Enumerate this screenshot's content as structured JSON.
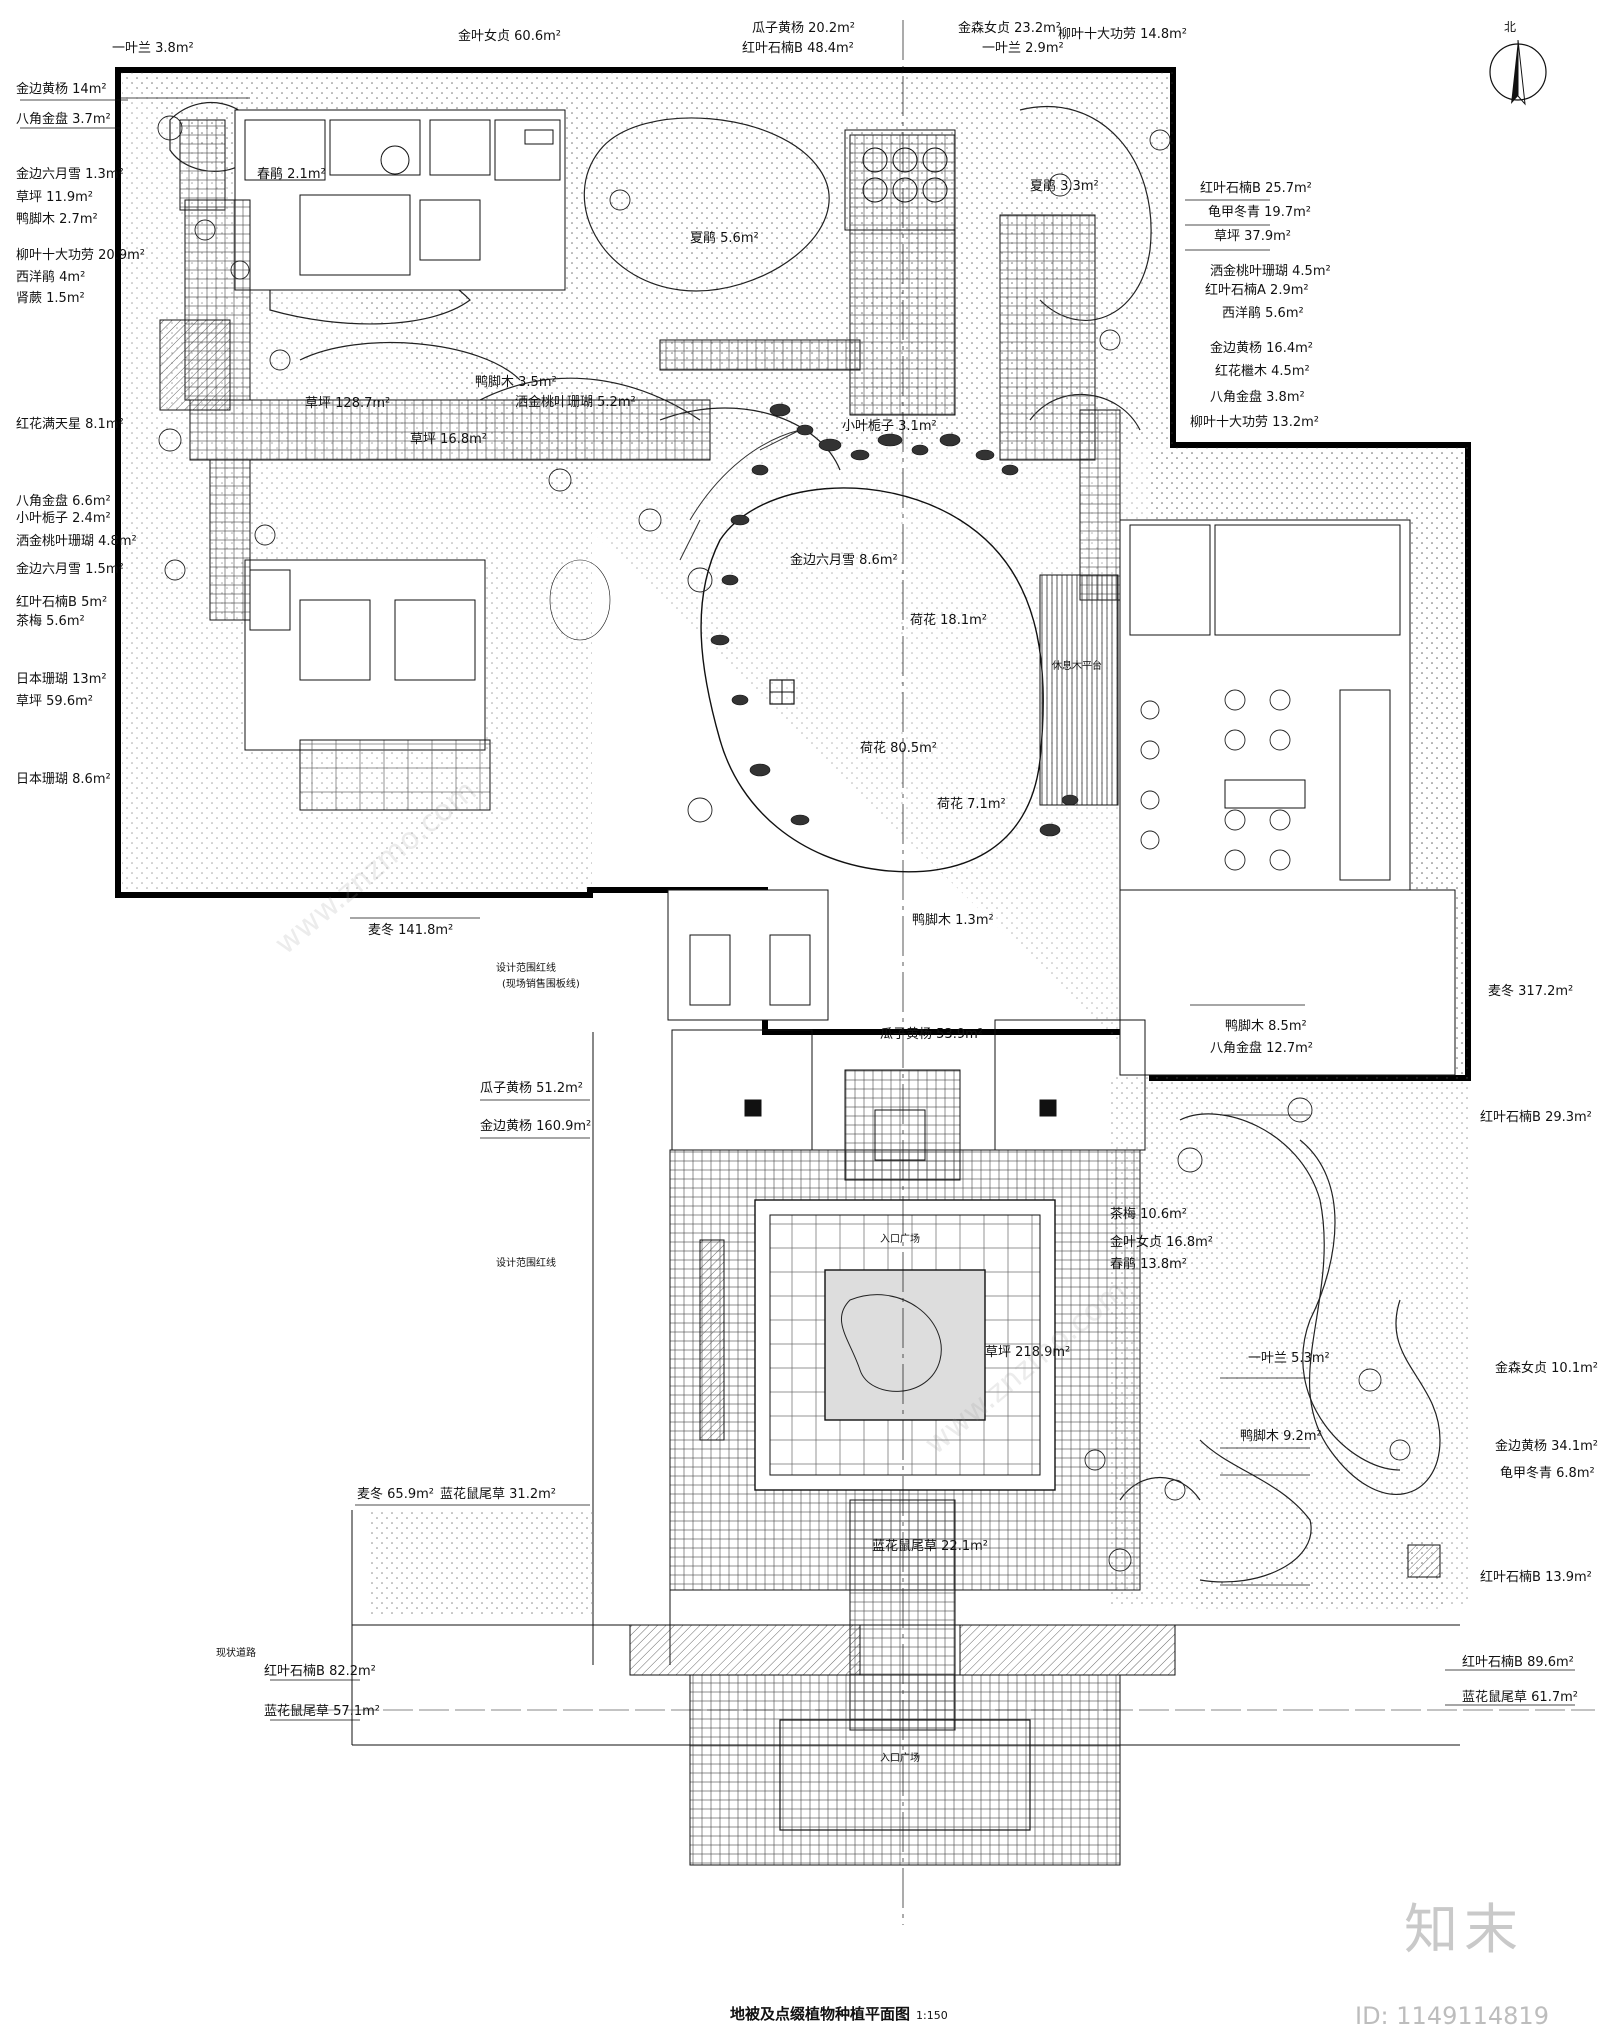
{
  "title": "地被及点缀植物种植平面图",
  "scale": "1:150",
  "north_label": "北",
  "watermark": {
    "brand": "知末",
    "id": "ID: 1149114819",
    "site": "www.znzmo.com"
  },
  "labels": {
    "top": [
      {
        "name": "一叶兰",
        "area": "3.8m²"
      },
      {
        "name": "金叶女贞",
        "area": "60.6m²"
      },
      {
        "name": "瓜子黄杨",
        "area": "20.2m²"
      },
      {
        "name": "红叶石楠B",
        "area": "48.4m²"
      },
      {
        "name": "金森女贞",
        "area": "23.2m²"
      },
      {
        "name": "一叶兰",
        "area": "2.9m²"
      },
      {
        "name": "柳叶十大功劳",
        "area": "14.8m²"
      }
    ],
    "left": [
      {
        "name": "金边黄杨",
        "area": "14m²"
      },
      {
        "name": "八角金盘",
        "area": "3.7m²"
      },
      {
        "name": "金边六月雪",
        "area": "1.3m²"
      },
      {
        "name": "草坪",
        "area": "11.9m²"
      },
      {
        "name": "鸭脚木",
        "area": "2.7m²"
      },
      {
        "name": "柳叶十大功劳",
        "area": "20.9m²"
      },
      {
        "name": "西洋鹃",
        "area": "4m²"
      },
      {
        "name": "肾蕨",
        "area": "1.5m²"
      },
      {
        "name": "红花满天星",
        "area": "8.1m²"
      },
      {
        "name": "八角金盘",
        "area": "6.6m²"
      },
      {
        "name": "小叶栀子",
        "area": "2.4m²"
      },
      {
        "name": "洒金桃叶珊瑚",
        "area": "4.8m²"
      },
      {
        "name": "金边六月雪",
        "area": "1.5m²"
      },
      {
        "name": "红叶石楠B",
        "area": "5m²"
      },
      {
        "name": "茶梅",
        "area": "5.6m²"
      },
      {
        "name": "日本珊瑚",
        "area": "13m²"
      },
      {
        "name": "草坪",
        "area": "59.6m²"
      },
      {
        "name": "日本珊瑚",
        "area": "8.6m²"
      }
    ],
    "right": [
      {
        "name": "红叶石楠B",
        "area": "25.7m²"
      },
      {
        "name": "龟甲冬青",
        "area": "19.7m²"
      },
      {
        "name": "草坪",
        "area": "37.9m²"
      },
      {
        "name": "洒金桃叶珊瑚",
        "area": "4.5m²"
      },
      {
        "name": "红叶石楠A",
        "area": "2.9m²"
      },
      {
        "name": "西洋鹃",
        "area": "5.6m²"
      },
      {
        "name": "金边黄杨",
        "area": "16.4m²"
      },
      {
        "name": "红花檵木",
        "area": "4.5m²"
      },
      {
        "name": "八角金盘",
        "area": "3.8m²"
      },
      {
        "name": "柳叶十大功劳",
        "area": "13.2m²"
      },
      {
        "name": "麦冬",
        "area": "317.2m²"
      },
      {
        "name": "红叶石楠B",
        "area": "29.3m²"
      },
      {
        "name": "金森女贞",
        "area": "10.1m²"
      },
      {
        "name": "金边黄杨",
        "area": "34.1m²"
      },
      {
        "name": "龟甲冬青",
        "area": "6.8m²"
      },
      {
        "name": "红叶石楠B",
        "area": "13.9m²"
      },
      {
        "name": "红叶石楠B",
        "area": "89.6m²"
      },
      {
        "name": "蓝花鼠尾草",
        "area": "61.7m²"
      }
    ],
    "lower_left": [
      {
        "name": "麦冬",
        "area": "141.8m²"
      },
      {
        "name": "瓜子黄杨",
        "area": "51.2m²"
      },
      {
        "name": "金边黄杨",
        "area": "160.9m²"
      },
      {
        "name": "麦冬",
        "area": "65.9m²"
      },
      {
        "name": "蓝花鼠尾草",
        "area": "31.2m²"
      },
      {
        "name": "红叶石楠B",
        "area": "82.2m²"
      },
      {
        "name": "蓝花鼠尾草",
        "area": "57.1m²"
      }
    ],
    "interior": [
      {
        "name": "荷花",
        "area": "18.1m²"
      },
      {
        "name": "荷花",
        "area": "80.5m²"
      },
      {
        "name": "荷花",
        "area": "7.1m²"
      },
      {
        "name": "金边六月雪",
        "area": "8.6m²"
      },
      {
        "name": "小叶栀子",
        "area": "3.1m²"
      },
      {
        "name": "草坪",
        "area": "128.7m²"
      },
      {
        "name": "草坪",
        "area": "16.8m²"
      },
      {
        "name": "鸭脚木",
        "area": "3.5m²"
      },
      {
        "name": "洒金桃叶珊瑚",
        "area": "5.2m²"
      },
      {
        "name": "瓜子黄杨",
        "area": "53.9m²"
      },
      {
        "name": "八角金盘",
        "area": "12.7m²"
      },
      {
        "name": "鸭脚木",
        "area": "8.5m²"
      },
      {
        "name": "鸭脚木",
        "area": "1.3m²"
      },
      {
        "name": "草坪",
        "area": "218.9m²"
      },
      {
        "name": "茶梅",
        "area": "10.6m²"
      },
      {
        "name": "金叶女贞",
        "area": "16.8m²"
      },
      {
        "name": "春鹃",
        "area": "13.8m²"
      },
      {
        "name": "鸭脚木",
        "area": "9.2m²"
      },
      {
        "name": "一叶兰",
        "area": "5.3m²"
      },
      {
        "name": "蓝花鼠尾草",
        "area": "22.1m²"
      },
      {
        "name": "春鹃",
        "area": "2.1m²"
      },
      {
        "name": "夏鹃",
        "area": "3.3m²"
      },
      {
        "name": "夏鹃",
        "area": "5.6m²"
      }
    ],
    "annotations": [
      {
        "text": "设计范围红线"
      },
      {
        "text": "(现场销售围板线)"
      },
      {
        "text": "设计范围红线"
      },
      {
        "text": "现状道路"
      },
      {
        "text": "入口广场"
      },
      {
        "text": "入口广场"
      },
      {
        "text": "休息木平台"
      }
    ]
  }
}
